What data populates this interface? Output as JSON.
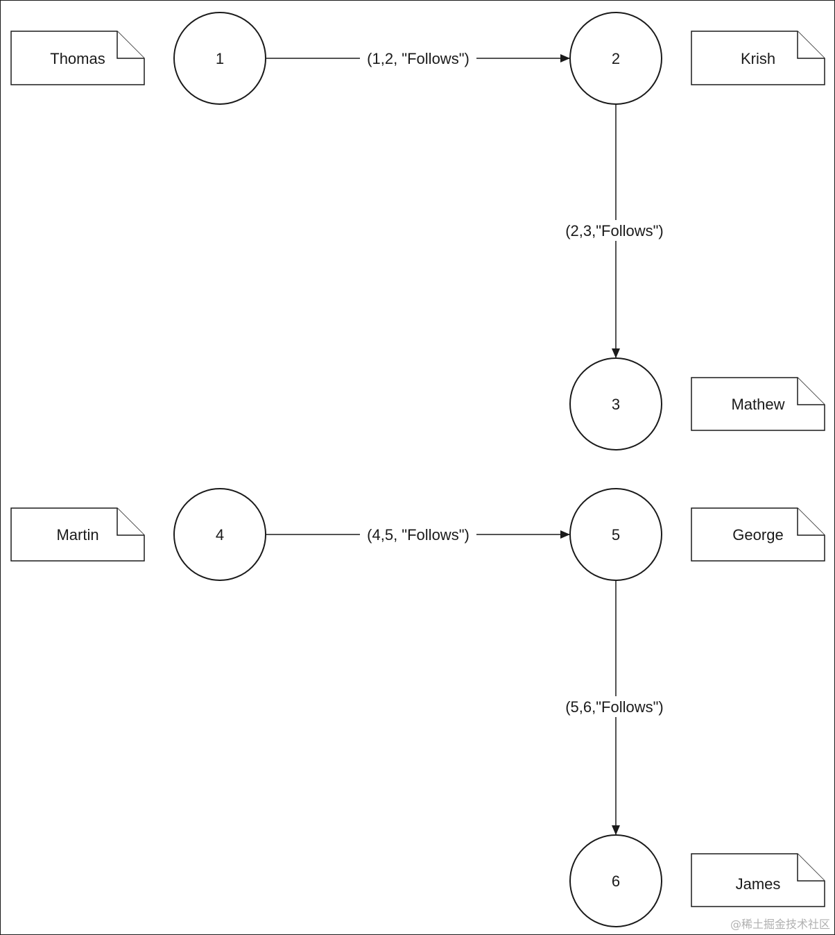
{
  "nodes": [
    {
      "id": "1",
      "name": "Thomas"
    },
    {
      "id": "2",
      "name": "Krish"
    },
    {
      "id": "3",
      "name": "Mathew"
    },
    {
      "id": "4",
      "name": "Martin"
    },
    {
      "id": "5",
      "name": "George"
    },
    {
      "id": "6",
      "name": "James"
    }
  ],
  "edges": [
    {
      "label": "(1,2, \"Follows\")"
    },
    {
      "label": "(2,3,\"Follows\")"
    },
    {
      "label": "(4,5, \"Follows\")"
    },
    {
      "label": "(5,6,\"Follows\")"
    }
  ],
  "watermark": "@稀土掘金技术社区"
}
